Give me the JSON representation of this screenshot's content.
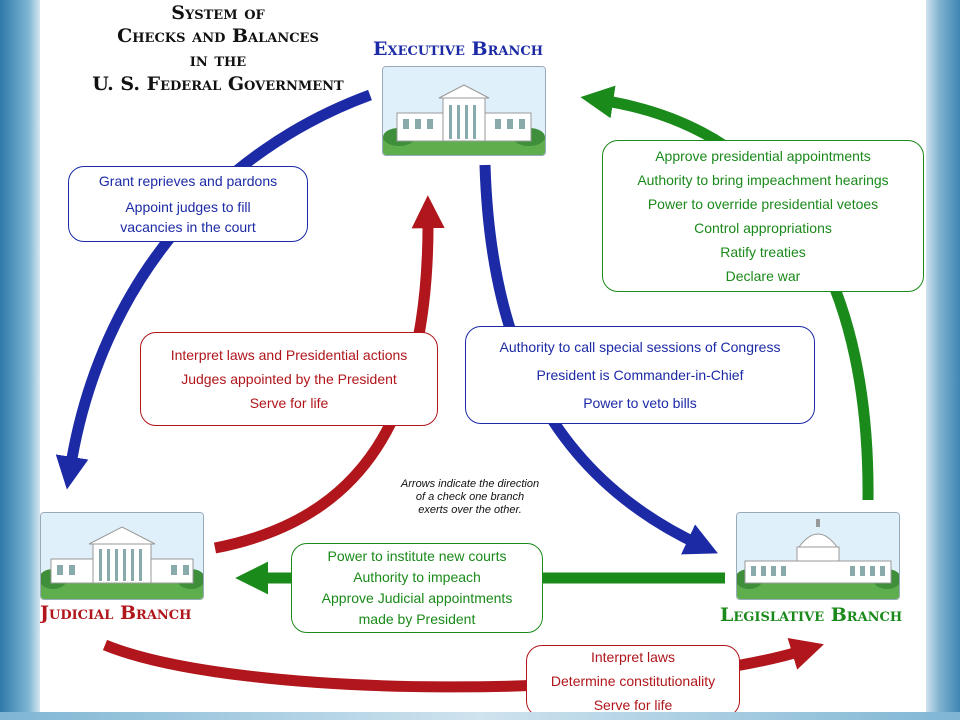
{
  "title": {
    "line1": "System of",
    "line2": "Checks and Balances",
    "line3": "in the",
    "line4": "U. S. Federal Government"
  },
  "branches": {
    "executive": "Executive Branch",
    "judicial": "Judicial Branch",
    "legislative": "Legislative Branch"
  },
  "checks": {
    "executive_on_judicial": [
      "Grant reprieves and pardons",
      "Appoint judges to fill",
      "vacancies in the court"
    ],
    "judicial_on_executive": [
      "Interpret laws and Presidential actions",
      "Judges appointed by the President",
      "Serve for life"
    ],
    "executive_on_legislative": [
      "Authority to call special sessions of Congress",
      "President is Commander-in-Chief",
      "Power to veto bills"
    ],
    "legislative_on_executive": [
      "Approve presidential appointments",
      "Authority to bring impeachment hearings",
      "Power to override presidential vetoes",
      "Control appropriations",
      "Ratify treaties",
      "Declare war"
    ],
    "legislative_on_judicial": [
      "Power to institute new courts",
      "Authority to impeach",
      "Approve Judicial appointments",
      "made by President"
    ],
    "judicial_on_legislative": [
      "Interpret laws",
      "Determine constitutionality",
      "Serve for life"
    ]
  },
  "note": [
    "Arrows indicate the direction",
    "of a check one branch",
    "exerts over the other."
  ],
  "colors": {
    "executive": "#1c2aa6",
    "judicial": "#b0161b",
    "legislative": "#1a8a1a"
  },
  "icons": {
    "executive": "white-house-icon",
    "judicial": "supreme-court-icon",
    "legislative": "capitol-icon"
  }
}
